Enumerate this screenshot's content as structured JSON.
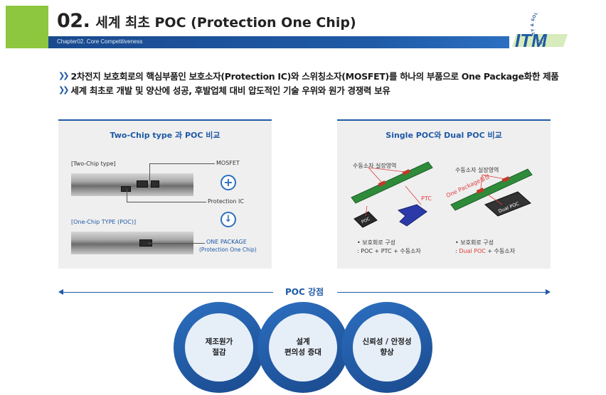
{
  "header": {
    "number": "02.",
    "title": "세계 최초 POC (Protection One Chip)",
    "subtitle": "Chapter02. Core Competitiveness",
    "logo_text": "ITM",
    "logo_ring_text": "QUALITY & SOLUTION"
  },
  "bullets": [
    "2차전지 보호회로의 핵심부품인 보호소자(Protection IC)와 스위칭소자(MOSFET)를 하나의 부품으로 One Package화한  제품",
    "세계 최초로 개발 및 양산에 성공, 후발업체 대비 압도적인 기술 우위와 원가 경쟁력 보유"
  ],
  "left_panel": {
    "title": "Two-Chip type 과 POC 비교",
    "two_chip_label": "[Two-Chip type]",
    "mosfet_label": "MOSFET",
    "plus": "+",
    "protection_ic_label": "Protection IC",
    "down_arrow": "↓",
    "one_chip_label": "[One-Chip TYPE (POC)]",
    "one_package_label": "ONE PACKAGE",
    "one_package_sub": "(Protection One Chip)"
  },
  "right_panel": {
    "title": "Single POC와 Dual POC 비교",
    "passive_area_1": "수동소자 실장영역",
    "passive_area_2": "수동소자 실장영역",
    "ptc_label": "PTC",
    "poc_chip_label": "POC",
    "one_package_mount": "One Package실장",
    "dual_poc_chip_label": "Dual POC",
    "single_config_title": "보호회로 구성",
    "single_config_value": ": POC + PTC + 수동소자",
    "dual_config_title": "보호회로 구성",
    "dual_config_prefix": ": ",
    "dual_config_highlight": "Dual POC",
    "dual_config_suffix": " + 수동소자"
  },
  "strengths": {
    "title": "POC 강점",
    "items": [
      {
        "line1": "제조원가",
        "line2": "절감"
      },
      {
        "line1": "설계",
        "line2": "편의성 증대"
      },
      {
        "line1": "신뢰성 / 안정성",
        "line2": "향상"
      }
    ]
  },
  "colors": {
    "primary_blue": "#1f5aa6",
    "green": "#8dc63f",
    "red": "#e03a3a",
    "panel_bg": "#efefef"
  }
}
